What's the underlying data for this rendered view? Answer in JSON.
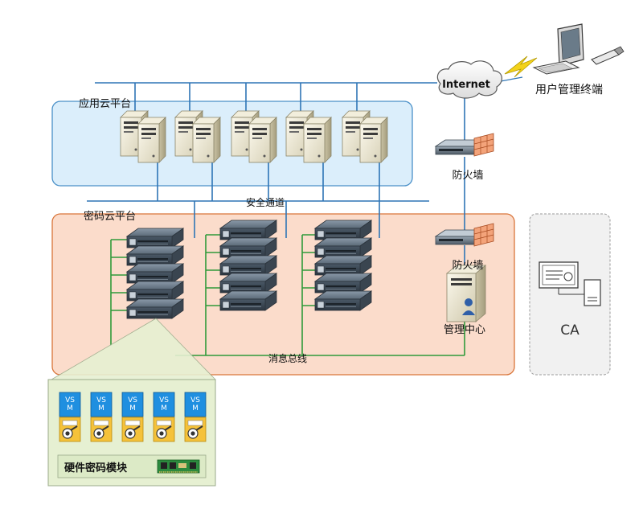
{
  "labels": {
    "internet": "Internet",
    "user_terminal": "用户管理终端",
    "app_platform": "应用云平台",
    "firewall_top": "防火墙",
    "secure_channel": "安全通道",
    "crypto_platform": "密码云平台",
    "firewall_bottom": "防火墙",
    "management_center": "管理中心",
    "message_bus": "消息总线",
    "ca": "CA",
    "hsm_module": "硬件密码模块",
    "vsm": [
      "VS\nM",
      "VS\nM",
      "VS\nM",
      "VS\nM",
      "VS\nM"
    ]
  },
  "colors": {
    "blue_line": "#2e75b6",
    "green_line": "#2f9a3a",
    "app_fill": "#dbeefb",
    "app_stroke": "#4a90c8",
    "crypto_fill": "#fbdccb",
    "crypto_stroke": "#d9753a",
    "panel_fill": "#e6f0d2",
    "vsm_fill": "#1f8fe0",
    "key_fill": "#f5c23a"
  }
}
